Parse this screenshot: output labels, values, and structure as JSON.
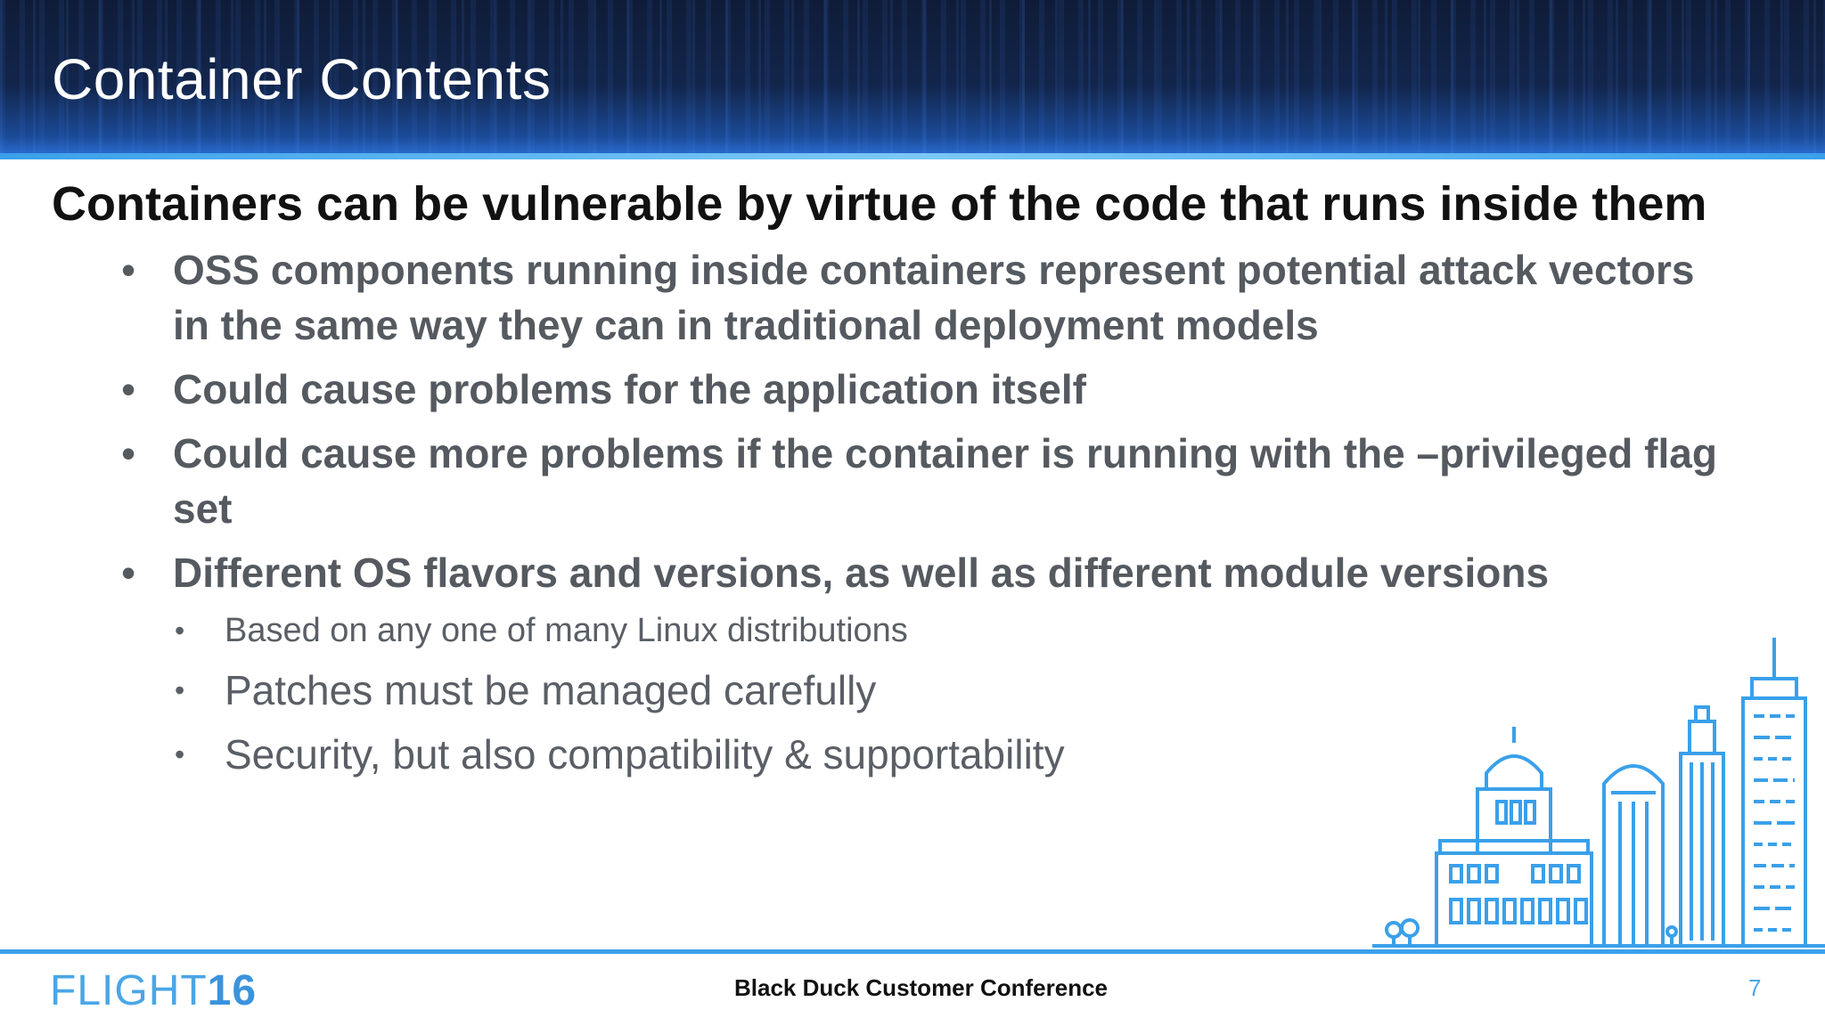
{
  "slide": {
    "title": "Container Contents",
    "lead": "Containers can be vulnerable by virtue of the code that runs inside them",
    "bullets": [
      "OSS components running inside containers represent potential attack vectors in the same way they can in traditional deployment models",
      "Could cause problems for the application itself",
      "Could cause more problems if the container is running with the –privileged flag set",
      "Different OS flavors and versions, as well as different module versions"
    ],
    "subbullets": [
      "Based on any one of many Linux distributions",
      "Patches must be managed carefully",
      "Security, but also compatibility & supportability"
    ]
  },
  "footer": {
    "logo_text": "FLIGHT",
    "logo_number": "16",
    "conference": "Black Duck Customer Conference",
    "page_number": "7"
  },
  "colors": {
    "header_bg": "#12254b",
    "accent": "#3aa0ea",
    "title_text": "#ffffff",
    "lead_text": "#111111",
    "bullet_text": "#555a60"
  },
  "icons": {
    "city_skyline": "city-skyline-illustration"
  }
}
